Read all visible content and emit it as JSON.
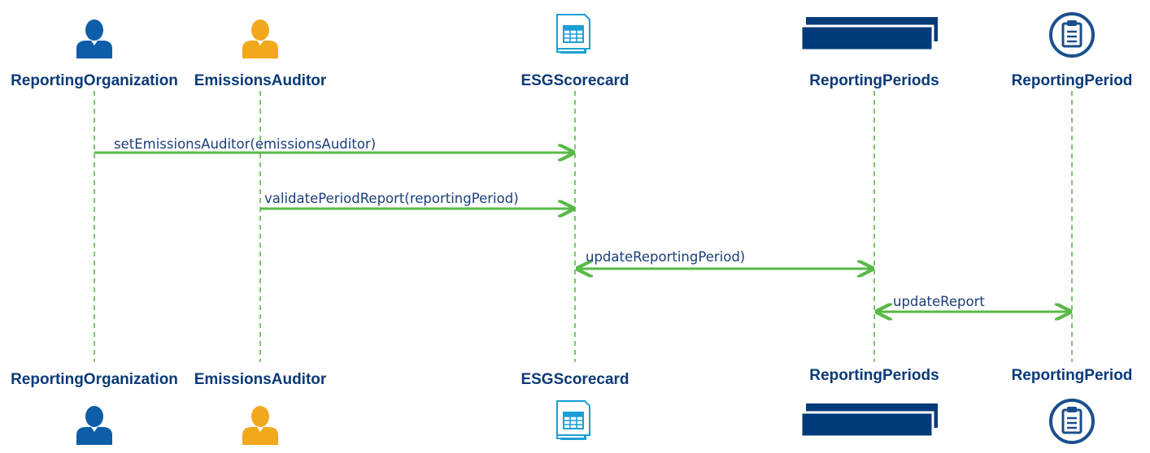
{
  "actors": [
    {
      "id": "reporting-organization",
      "label": "ReportingOrganization",
      "icon": "person-icon",
      "color": "#0d5da8"
    },
    {
      "id": "emissions-auditor",
      "label": "EmissionsAuditor",
      "icon": "person-icon",
      "color": "#f2a81d"
    },
    {
      "id": "esg-scorecard",
      "label": "ESGScorecard",
      "icon": "spreadsheet-document-icon",
      "color": "#1aa0d6"
    },
    {
      "id": "reporting-periods",
      "label": "ReportingPeriods",
      "icon": "stacked-collection-icon",
      "color": "#003a78"
    },
    {
      "id": "reporting-period",
      "label": "ReportingPeriod",
      "icon": "clipboard-circle-icon",
      "color": "#1b4f8c"
    }
  ],
  "messages": [
    {
      "label": "setEmissionsAuditor(emissionsAuditor)",
      "from": "reporting-organization",
      "to": "esg-scorecard",
      "bidirectional": false
    },
    {
      "label": "validatePeriodReport(reportingPeriod)",
      "from": "emissions-auditor",
      "to": "esg-scorecard",
      "bidirectional": false
    },
    {
      "label": "updateReportingPeriod)",
      "from": "esg-scorecard",
      "to": "reporting-periods",
      "bidirectional": true
    },
    {
      "label": "updateReport",
      "from": "reporting-periods",
      "to": "reporting-period",
      "bidirectional": true
    }
  ],
  "colors": {
    "lifeline": "#58b947",
    "arrow": "#58b947",
    "label_text": "#0a3a78",
    "message_text": "#1b3f7a"
  }
}
